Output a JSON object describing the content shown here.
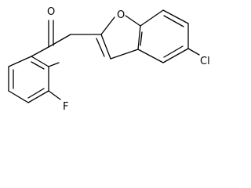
{
  "atoms": {
    "carbonyl_oxygen": "O",
    "furan_oxygen": "O",
    "chlorine": "Cl",
    "fluorine": "F"
  },
  "colors": {
    "bond": "#000000",
    "background": "#ffffff"
  }
}
